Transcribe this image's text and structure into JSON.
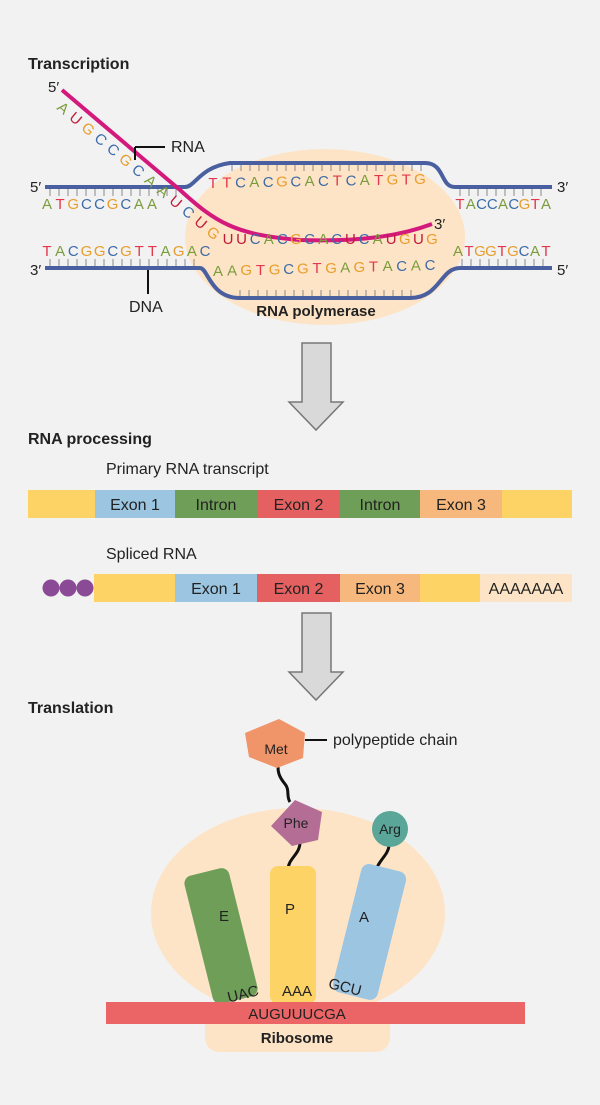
{
  "colors": {
    "background": "#f2f2f2",
    "dna_strand": "#4a5fa0",
    "rna_strand": "#d4197c",
    "polymerase": "#fde4c6",
    "base_A": "#7a9c3c",
    "base_T": "#e2374c",
    "base_G": "#e89d2b",
    "base_C": "#3d6ba8",
    "base_U": "#c21a3a",
    "exon1": "#9cc5e1",
    "exon2": "#e56161",
    "exon3": "#f6b87c",
    "intron": "#6e9e58",
    "utr": "#fdd366",
    "cap": "#8b4a96",
    "met": "#f0956a",
    "phe": "#b46e96",
    "arg": "#5aa698",
    "site_E": "#6e9e58",
    "site_P": "#fdd366",
    "site_A": "#9cc5e1",
    "mrna_bar": "#ec6566",
    "ribosome": "#fde4c6",
    "arrow_fill": "#d9d9d9",
    "arrow_stroke": "#777777"
  },
  "transcription": {
    "title": "Transcription",
    "rna_label": "RNA",
    "dna_label": "DNA",
    "polymerase_label": "RNA polymerase",
    "top_left_5": "5′",
    "top_right_3": "3′",
    "bottom_left_3": "3′",
    "bottom_right_5": "5′",
    "rna_5": "5′",
    "rna_3": "3′",
    "coding_left": "ATGCCGCAA",
    "coding_bubble": "TTCACGCACTCATGTG",
    "coding_right": "TACCACGTA",
    "template_left": "TACGGCGTTAGAC",
    "template_bubble": "AAGTGCGTGAGTACAC",
    "template_right": "ATGGTGCAT",
    "rna_tail": "AUGCCGCAAUCUG",
    "rna_paired": "UUCACGCACUCAUGUG"
  },
  "processing": {
    "title": "RNA processing",
    "primary_label": "Primary RNA transcript",
    "spliced_label": "Spliced RNA",
    "primary_segments": [
      {
        "label": "",
        "kind": "utr"
      },
      {
        "label": "Exon 1",
        "kind": "exon1"
      },
      {
        "label": "Intron",
        "kind": "intron"
      },
      {
        "label": "Exon 2",
        "kind": "exon2"
      },
      {
        "label": "Intron",
        "kind": "intron"
      },
      {
        "label": "Exon 3",
        "kind": "exon3"
      },
      {
        "label": "",
        "kind": "utr"
      }
    ],
    "spliced_segments": [
      {
        "label": "",
        "kind": "utr"
      },
      {
        "label": "Exon 1",
        "kind": "exon1"
      },
      {
        "label": "Exon 2",
        "kind": "exon2"
      },
      {
        "label": "Exon 3",
        "kind": "exon3"
      },
      {
        "label": "",
        "kind": "utr"
      },
      {
        "label": "AAAAAAA",
        "kind": "polyA"
      }
    ]
  },
  "translation": {
    "title": "Translation",
    "chain_label": "polypeptide chain",
    "met": "Met",
    "phe": "Phe",
    "arg": "Arg",
    "site_E": "E",
    "site_P": "P",
    "site_A": "A",
    "anticodon_E": "UAC",
    "anticodon_P": "AAA",
    "anticodon_A": "GCU",
    "mrna": "AUGUUUCGA",
    "ribosome_label": "Ribosome"
  }
}
